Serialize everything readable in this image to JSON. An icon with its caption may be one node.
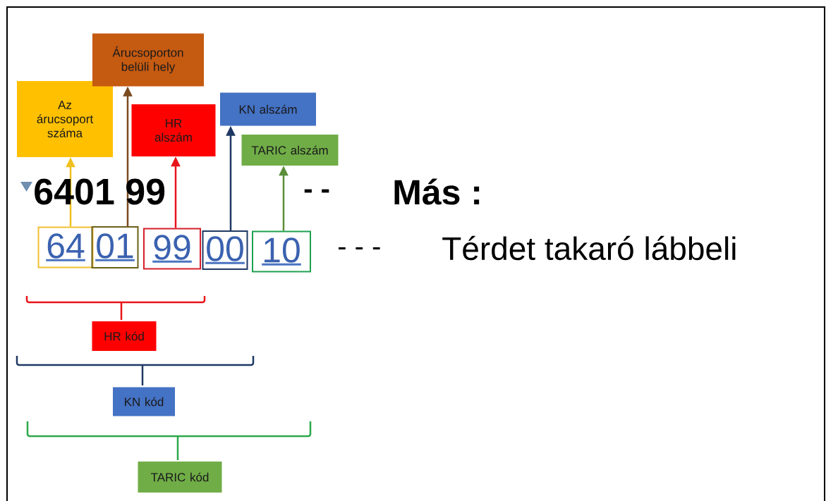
{
  "diagram": {
    "nodes": [
      {
        "text": [
          "Az árucsoport száma"
        ]
      },
      {
        "text": [
          "Árucsoporton belüli hely"
        ]
      },
      {
        "text": [
          "HR alszám"
        ]
      },
      {
        "text": [
          "KN alszám"
        ]
      },
      {
        "text": [
          "TARIC alszám"
        ]
      },
      {
        "text": [
          "64"
        ]
      },
      {
        "text": [
          "01"
        ]
      },
      {
        "text": [
          "99"
        ]
      },
      {
        "text": [
          "00"
        ]
      },
      {
        "text": [
          "10"
        ]
      },
      {
        "text": [
          "HR kód"
        ]
      },
      {
        "text": [
          "KN kód"
        ]
      },
      {
        "text": [
          "TARIC kód"
        ]
      }
    ],
    "edges": [
      {
        "from": 5,
        "to": 0,
        "arrow": "to",
        "color": "#f0c020"
      },
      {
        "from": 6,
        "to": 1,
        "arrow": "to",
        "color": "#7b4a1e"
      },
      {
        "from": 7,
        "to": 2,
        "arrow": "to",
        "color": "#e8141a"
      },
      {
        "from": 8,
        "to": 3,
        "arrow": "to",
        "color": "#1f3864"
      },
      {
        "from": 9,
        "to": 4,
        "arrow": "to",
        "color": "#5b8f3a"
      }
    ],
    "labels": [
      "6401 99",
      "- -",
      "Más :",
      "- - -",
      "Térdet takaró lábbeli"
    ]
  }
}
